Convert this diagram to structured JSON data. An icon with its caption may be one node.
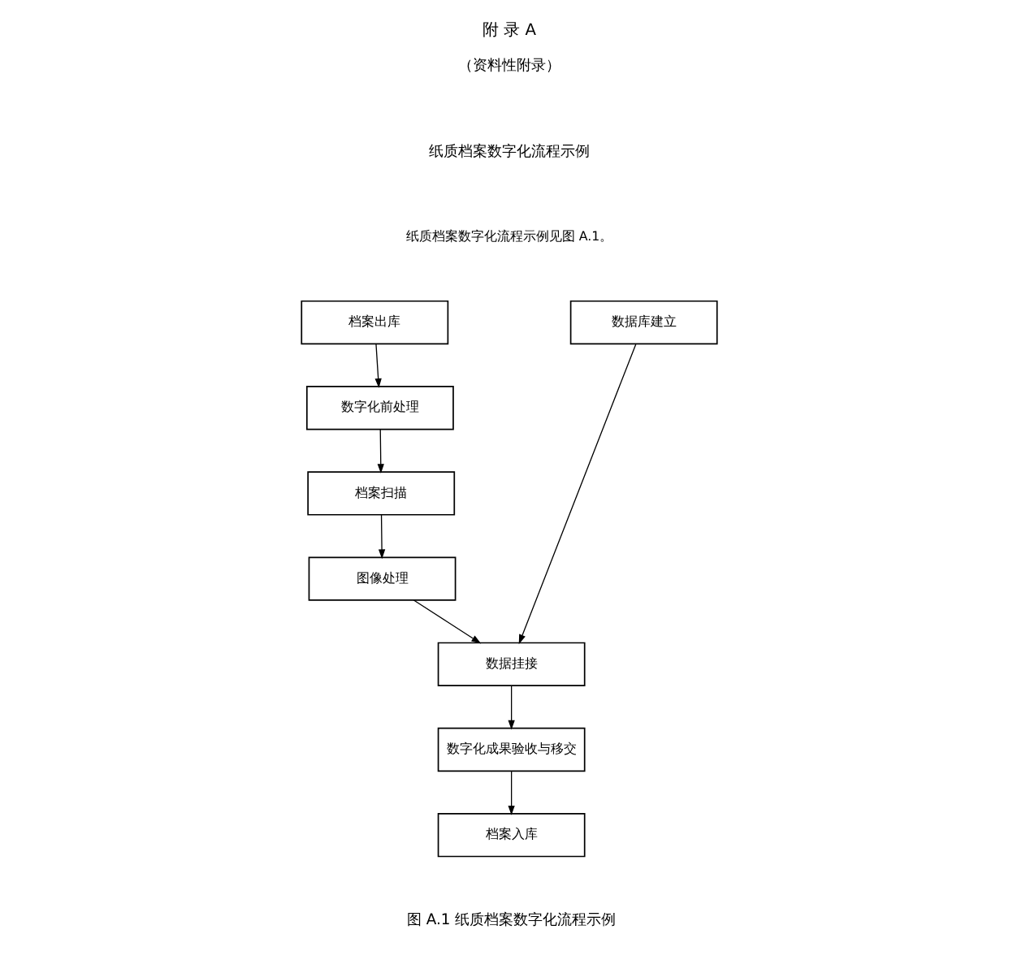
{
  "diagram": {
    "title": "附 录 A",
    "caption": "图 A.1 纸质档案数字化流程示例",
    "nodes": [
      {
        "text": [
          "档案出库"
        ]
      },
      {
        "text": [
          "数字化前处理"
        ]
      },
      {
        "text": [
          "档案扫描"
        ]
      },
      {
        "text": [
          "图像处理"
        ]
      },
      {
        "text": [
          "数据库建立"
        ]
      },
      {
        "text": [
          "数据挂接"
        ]
      },
      {
        "text": [
          "数字化成果验收与移交"
        ]
      },
      {
        "text": [
          "档案入库"
        ]
      }
    ],
    "edges": [
      {
        "from": 0,
        "to": 1,
        "arrow": "to"
      },
      {
        "from": 1,
        "to": 2,
        "arrow": "to"
      },
      {
        "from": 2,
        "to": 3,
        "arrow": "to"
      },
      {
        "from": 3,
        "to": 5,
        "arrow": "to"
      },
      {
        "from": 4,
        "to": 5,
        "arrow": "to"
      },
      {
        "from": 5,
        "to": 6,
        "arrow": "to"
      },
      {
        "from": 6,
        "to": 7,
        "arrow": "to"
      }
    ],
    "labels": [
      "（资料性附录）",
      "纸质档案数字化流程示例",
      "纸质档案数字化流程示例见图 A.1。"
    ]
  }
}
